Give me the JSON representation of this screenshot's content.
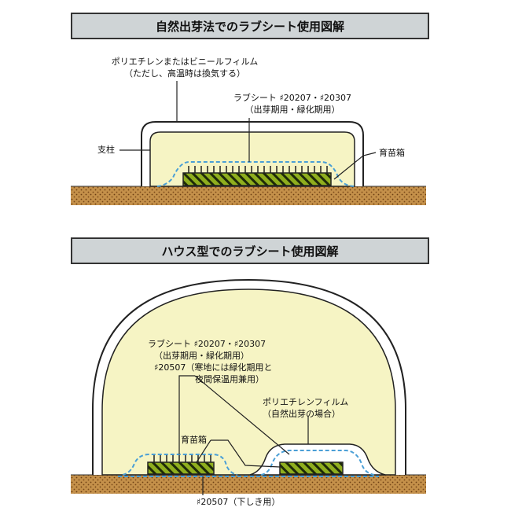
{
  "diagram1": {
    "title": "自然出芽法でのラブシート使用図解",
    "film_label_1": "ポリエチレンまたはビニールフィルム",
    "film_label_2": "（ただし、高温時は換気する）",
    "sheet_label_1": "ラブシート ♯20207・♯20307",
    "sheet_label_2": "（出芽期用・緑化期用）",
    "post_label": "支柱",
    "box_label": "育苗箱"
  },
  "diagram2": {
    "title": "ハウス型でのラブシート使用図解",
    "sheet_label_1": "ラブシート ♯20207・♯20307",
    "sheet_label_2": "（出芽期用・緑化期用）",
    "sheet_label_3": "♯20507（寒地には緑化期用と",
    "sheet_label_4": "夜間保温用兼用）",
    "film_label_1": "ポリエチレンフィルム",
    "film_label_2": "（自然出芽の場合）",
    "box_label": "育苗箱",
    "under_label": "♯20507（下しき用）"
  },
  "colors": {
    "soil": "#c4904a",
    "film_fill": "#f6f4c4",
    "sheet_dash": "#4a9fd6",
    "box_green": "#8fae1e"
  }
}
